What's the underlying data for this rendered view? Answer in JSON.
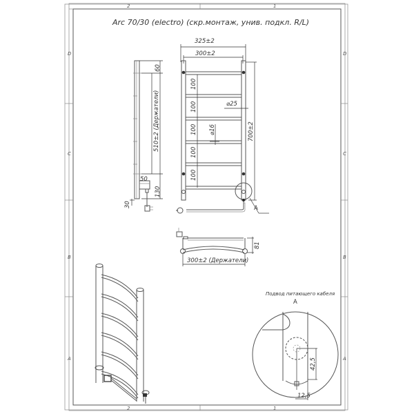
{
  "drawing": {
    "title": "Arc 70/30 (electro) (скр.монтаж, унив. подкл. R/L)",
    "frame": {
      "top_zones": [
        "2",
        "1"
      ],
      "bottom_zones": [
        "2",
        "1"
      ],
      "left_zones": [
        "D",
        "C",
        "B",
        "A"
      ],
      "right_zones": [
        "D",
        "C",
        "B",
        "A"
      ]
    },
    "front_view": {
      "width_overall": "325±2",
      "width_centers": "300±2",
      "height": "700±2",
      "rung_spacing": [
        "100",
        "100",
        "100",
        "100",
        "100"
      ],
      "rail_diameter": "⌀25",
      "rung_diameter": "⌀16",
      "detail_callout": "A"
    },
    "side_view": {
      "top_offset": "60",
      "holder_spacing": "510±2 (Держатели)",
      "connector_width": "50",
      "bottom_offset": "130",
      "bottom_extension": "30"
    },
    "top_view": {
      "depth": "81",
      "holder_spacing": "300±2 (Держатели)"
    },
    "detail_a": {
      "caption": "Подвод питающего кабеля",
      "label": "A",
      "vertical_offset": "42,5",
      "horizontal_offset": "12,5"
    }
  }
}
